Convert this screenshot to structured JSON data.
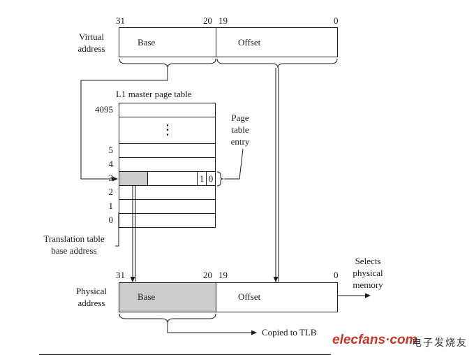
{
  "virtual_address": {
    "label_lines": [
      "Virtual",
      "address"
    ],
    "bit_labels": [
      "31",
      "20",
      "19",
      "0"
    ],
    "fields": [
      "Base",
      "Offset"
    ]
  },
  "page_table": {
    "title": "L1 master page table",
    "row_labels": [
      "4095",
      "5",
      "4",
      "3",
      "2",
      "1",
      "0"
    ],
    "ellipsis": "⋮",
    "entry_bits": [
      "1",
      "0"
    ],
    "entry_label_lines": [
      "Page",
      "table",
      "entry"
    ]
  },
  "ttb": {
    "label_lines": [
      "Translation table",
      "base address"
    ]
  },
  "physical_address": {
    "label_lines": [
      "Physical",
      "address"
    ],
    "bit_labels": [
      "31",
      "20",
      "19",
      "0"
    ],
    "fields": [
      "Base",
      "Offset"
    ],
    "selects_lines": [
      "Selects",
      "physical",
      "memory"
    ],
    "copied_label": "Copied to TLB"
  },
  "watermark": {
    "logo": "elecfans·com",
    "chinese": "电子发烧友"
  },
  "colors": {
    "line": "#1a1a1a",
    "shade": "#cccccc"
  }
}
